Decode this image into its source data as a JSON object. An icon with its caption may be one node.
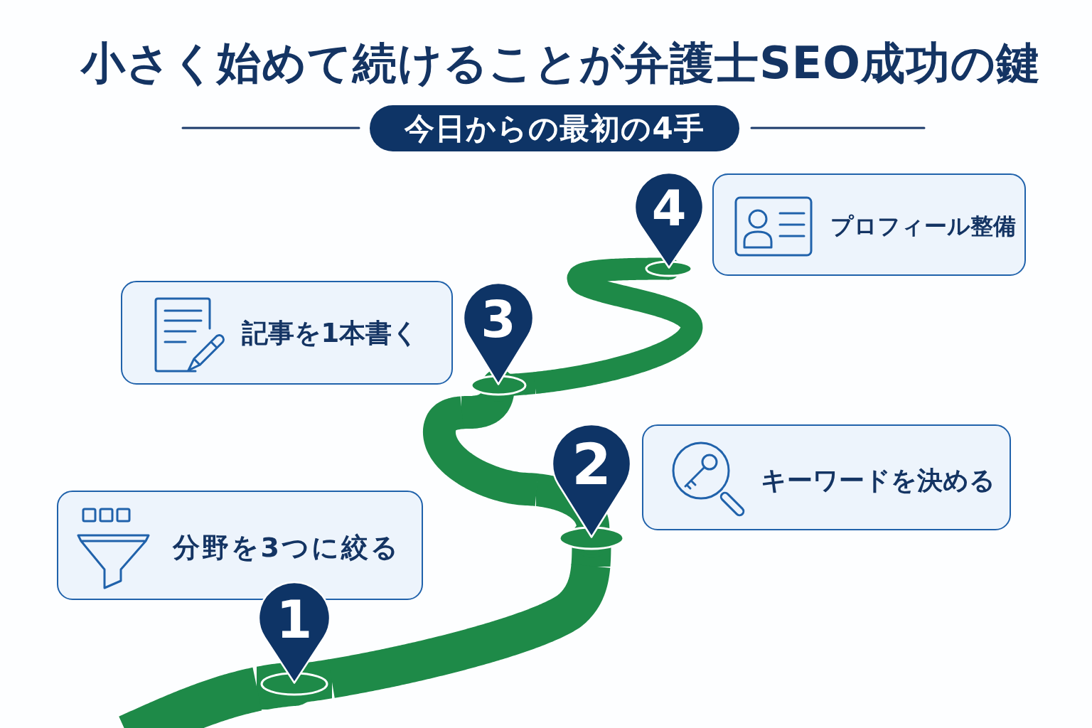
{
  "diagram": {
    "title": "小さく始めて続けることが弁護士SEO成功の鍵",
    "nodes": [
      {
        "text": [
          "今日からの最初の4手"
        ]
      },
      {
        "text": [
          "4"
        ]
      },
      {
        "text": [
          "プロフィール整備"
        ]
      },
      {
        "text": [
          "記事を1本書く"
        ]
      },
      {
        "text": [
          "3"
        ]
      },
      {
        "text": [
          "2"
        ]
      },
      {
        "text": [
          "キーワードを決める"
        ]
      },
      {
        "text": [
          "分野を3つに絞る"
        ]
      },
      {
        "text": [
          "1"
        ]
      }
    ],
    "edges": [
      {
        "from": null,
        "to": 8,
        "arrow": "none"
      },
      {
        "from": 8,
        "to": 5,
        "arrow": "none"
      },
      {
        "from": 5,
        "to": 4,
        "arrow": "none"
      },
      {
        "from": 4,
        "to": 1,
        "arrow": "none"
      }
    ]
  }
}
